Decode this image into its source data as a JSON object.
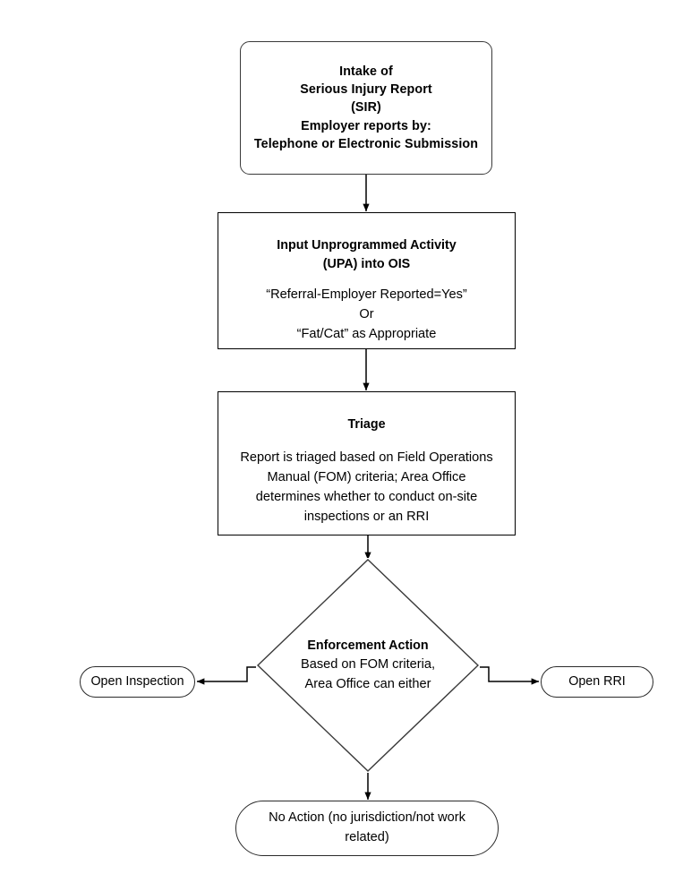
{
  "diagram": {
    "title": "Serious Injury Report Intake and Triage Flowchart",
    "type": "flowchart",
    "nodes": {
      "intake": {
        "shape": "rounded-rectangle",
        "text": "Intake of\nSerious Injury Report\n(SIR)\nEmployer reports by:\nTelephone or Electronic Submission"
      },
      "upa": {
        "shape": "rectangle",
        "heading": "Input Unprogrammed Activity\n(UPA) into OIS",
        "body": "“Referral-Employer Reported=Yes”\nOr\n“Fat/Cat” as Appropriate"
      },
      "triage": {
        "shape": "rectangle",
        "heading": "Triage",
        "body": "Report is triaged based on Field Operations\nManual (FOM) criteria; Area Office\ndetermines whether to conduct on-site\ninspections or an RRI"
      },
      "decision": {
        "shape": "diamond",
        "heading": "Enforcement Action",
        "body": "Based on FOM criteria,\nArea Office can either"
      },
      "open_inspection": {
        "shape": "pill",
        "text": "Open Inspection"
      },
      "open_rri": {
        "shape": "pill",
        "text": "Open RRI"
      },
      "no_action": {
        "shape": "pill",
        "text": "No Action (no jurisdiction/not work related)"
      }
    },
    "connectors": [
      {
        "from": "intake",
        "to": "upa",
        "direction": "down",
        "arrow": true
      },
      {
        "from": "upa",
        "to": "triage",
        "direction": "down",
        "arrow": true
      },
      {
        "from": "triage",
        "to": "decision",
        "direction": "down",
        "arrow": true
      },
      {
        "from": "decision",
        "to": "open_inspection",
        "direction": "left",
        "arrow": true
      },
      {
        "from": "decision",
        "to": "open_rri",
        "direction": "right",
        "arrow": true
      },
      {
        "from": "decision",
        "to": "no_action",
        "direction": "down",
        "arrow": true
      }
    ],
    "colors": {
      "background": "#ffffff",
      "stroke": "#000000",
      "soft_stroke": "#3a3a3a",
      "text": "#000000"
    }
  }
}
